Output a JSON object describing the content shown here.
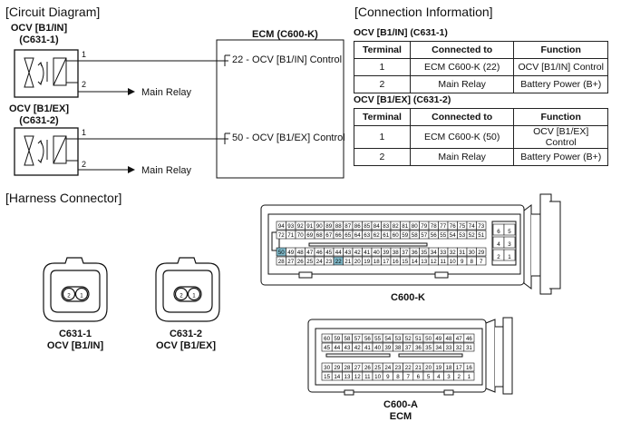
{
  "sections": {
    "circuit": "[Circuit Diagram]",
    "connection": "[Connection Information]",
    "harness": "[Harness Connector]"
  },
  "circuit": {
    "ocv1_name": "OCV [B1/IN]",
    "ocv1_code": "(C631-1)",
    "ocv2_name": "OCV [B1/EX]",
    "ocv2_code": "(C631-2)",
    "pin1": "1",
    "pin2": "2",
    "main_relay": "Main Relay",
    "ecm_title": "ECM (C600-K)",
    "ecm_pin22": "22 - OCV [B1/IN] Control",
    "ecm_pin50": "50 - OCV [B1/EX] Control"
  },
  "tables": [
    {
      "title": "OCV [B1/IN] (C631-1)",
      "headers": [
        "Terminal",
        "Connected to",
        "Function"
      ],
      "rows": [
        [
          "1",
          "ECM C600-K (22)",
          "OCV [B1/IN] Control"
        ],
        [
          "2",
          "Main Relay",
          "Battery Power (B+)"
        ]
      ]
    },
    {
      "title": "OCV [B1/EX] (C631-2)",
      "headers": [
        "Terminal",
        "Connected to",
        "Function"
      ],
      "rows": [
        [
          "1",
          "ECM C600-K (50)",
          "OCV [B1/EX] Control"
        ],
        [
          "2",
          "Main Relay",
          "Battery Power (B+)"
        ]
      ]
    }
  ],
  "harness": {
    "c1_line1": "C631-1",
    "c1_line2": "OCV [B1/IN]",
    "c2_line1": "C631-2",
    "c2_line2": "OCV [B1/EX]",
    "c600k": "C600-K",
    "c600a_line1": "C600-A",
    "c600a_line2": "ECM",
    "pin_a": "2",
    "pin_b": "1",
    "k_row1": [
      "94",
      "93",
      "92",
      "91",
      "90",
      "89",
      "88",
      "87",
      "86",
      "85",
      "84",
      "83",
      "82",
      "81",
      "80",
      "79",
      "78",
      "77",
      "76",
      "75",
      "74",
      "73"
    ],
    "k_row2": [
      "72",
      "71",
      "70",
      "69",
      "68",
      "67",
      "66",
      "65",
      "64",
      "63",
      "62",
      "61",
      "60",
      "59",
      "58",
      "57",
      "56",
      "55",
      "54",
      "53",
      "52",
      "51"
    ],
    "k_row3": [
      "50",
      "49",
      "48",
      "47",
      "46",
      "45",
      "44",
      "43",
      "42",
      "41",
      "40",
      "39",
      "38",
      "37",
      "36",
      "35",
      "34",
      "33",
      "32",
      "31",
      "30",
      "29"
    ],
    "k_row4": [
      "28",
      "27",
      "26",
      "25",
      "24",
      "23",
      "22",
      "21",
      "20",
      "19",
      "18",
      "17",
      "16",
      "15",
      "14",
      "13",
      "12",
      "11",
      "10",
      "9",
      "8",
      "7"
    ],
    "k_small": [
      "6",
      "5",
      "4",
      "3",
      "2",
      "1"
    ],
    "a_row1": [
      "60",
      "59",
      "58",
      "57",
      "56",
      "55",
      "54",
      "53",
      "52",
      "51",
      "50",
      "49",
      "48",
      "47",
      "46"
    ],
    "a_row2": [
      "45",
      "44",
      "43",
      "42",
      "41",
      "40",
      "39",
      "38",
      "37",
      "36",
      "35",
      "34",
      "33",
      "32",
      "31"
    ],
    "a_row3": [
      "30",
      "29",
      "28",
      "27",
      "26",
      "25",
      "24",
      "23",
      "22",
      "21",
      "20",
      "19",
      "18",
      "17",
      "16"
    ],
    "a_row4": [
      "15",
      "14",
      "13",
      "12",
      "11",
      "10",
      "9",
      "8",
      "7",
      "6",
      "5",
      "4",
      "3",
      "2",
      "1"
    ],
    "highlight_color": "#7fb9c9"
  }
}
